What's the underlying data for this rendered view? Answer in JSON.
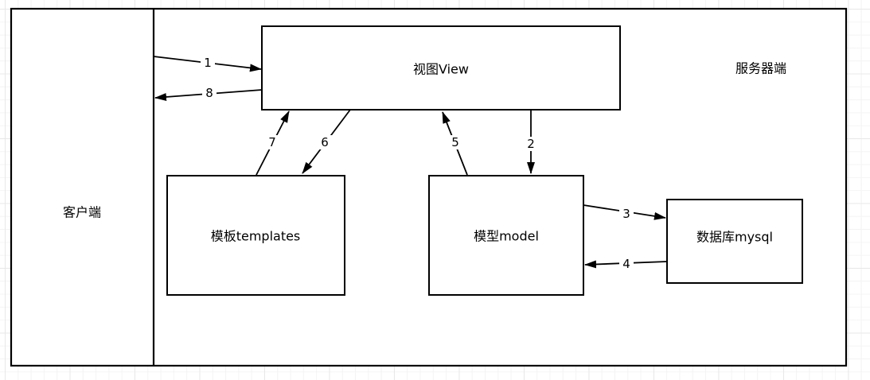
{
  "canvas": {
    "background_color": "#ffffff",
    "grid_minor_color": "#f4f4f4",
    "grid_major_color": "#e8e8e8",
    "stroke_color": "#000000"
  },
  "regions": {
    "client": {
      "label": "客户端"
    },
    "server": {
      "label": "服务器端"
    }
  },
  "nodes": {
    "view": {
      "label": "视图View"
    },
    "templates": {
      "label": "模板templates"
    },
    "model": {
      "label": "模型model"
    },
    "mysql": {
      "label": "数据库mysql"
    }
  },
  "arrows": {
    "a1": {
      "label": "1",
      "from": "客户端",
      "to": "视图View"
    },
    "a2": {
      "label": "2",
      "from": "视图View",
      "to": "模型model"
    },
    "a3": {
      "label": "3",
      "from": "模型model",
      "to": "数据库mysql"
    },
    "a4": {
      "label": "4",
      "from": "数据库mysql",
      "to": "模型model"
    },
    "a5": {
      "label": "5",
      "from": "模型model",
      "to": "视图View"
    },
    "a6": {
      "label": "6",
      "from": "视图View",
      "to": "模板templates"
    },
    "a7": {
      "label": "7",
      "from": "模板templates",
      "to": "视图View"
    },
    "a8": {
      "label": "8",
      "from": "视图View",
      "to": "客户端"
    }
  }
}
